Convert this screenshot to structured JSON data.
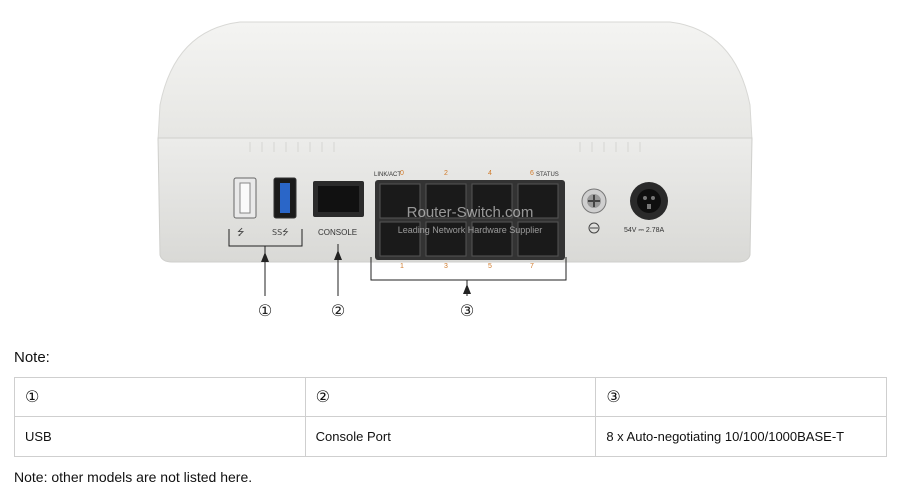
{
  "device": {
    "port_labels": {
      "link_act": "LINK/ACT",
      "status": "STATUS",
      "console": "CONSOLE",
      "power": "54V ⎓ 2.78A",
      "top_numbers": [
        "0",
        "2",
        "4",
        "6"
      ],
      "bottom_numbers": [
        "1",
        "3",
        "5",
        "7"
      ]
    },
    "watermark": {
      "line1": "Router-Switch.com",
      "line2": "Leading Network Hardware Supplier"
    }
  },
  "callouts": [
    "①",
    "②",
    "③"
  ],
  "note_title": "Note:",
  "table": {
    "numbers": [
      "①",
      "②",
      "③"
    ],
    "descriptions": [
      "USB",
      "Console Port",
      "8 x Auto-negotiating 10/100/1000BASE-T"
    ]
  },
  "footer_note": "Note: other models are not listed here."
}
